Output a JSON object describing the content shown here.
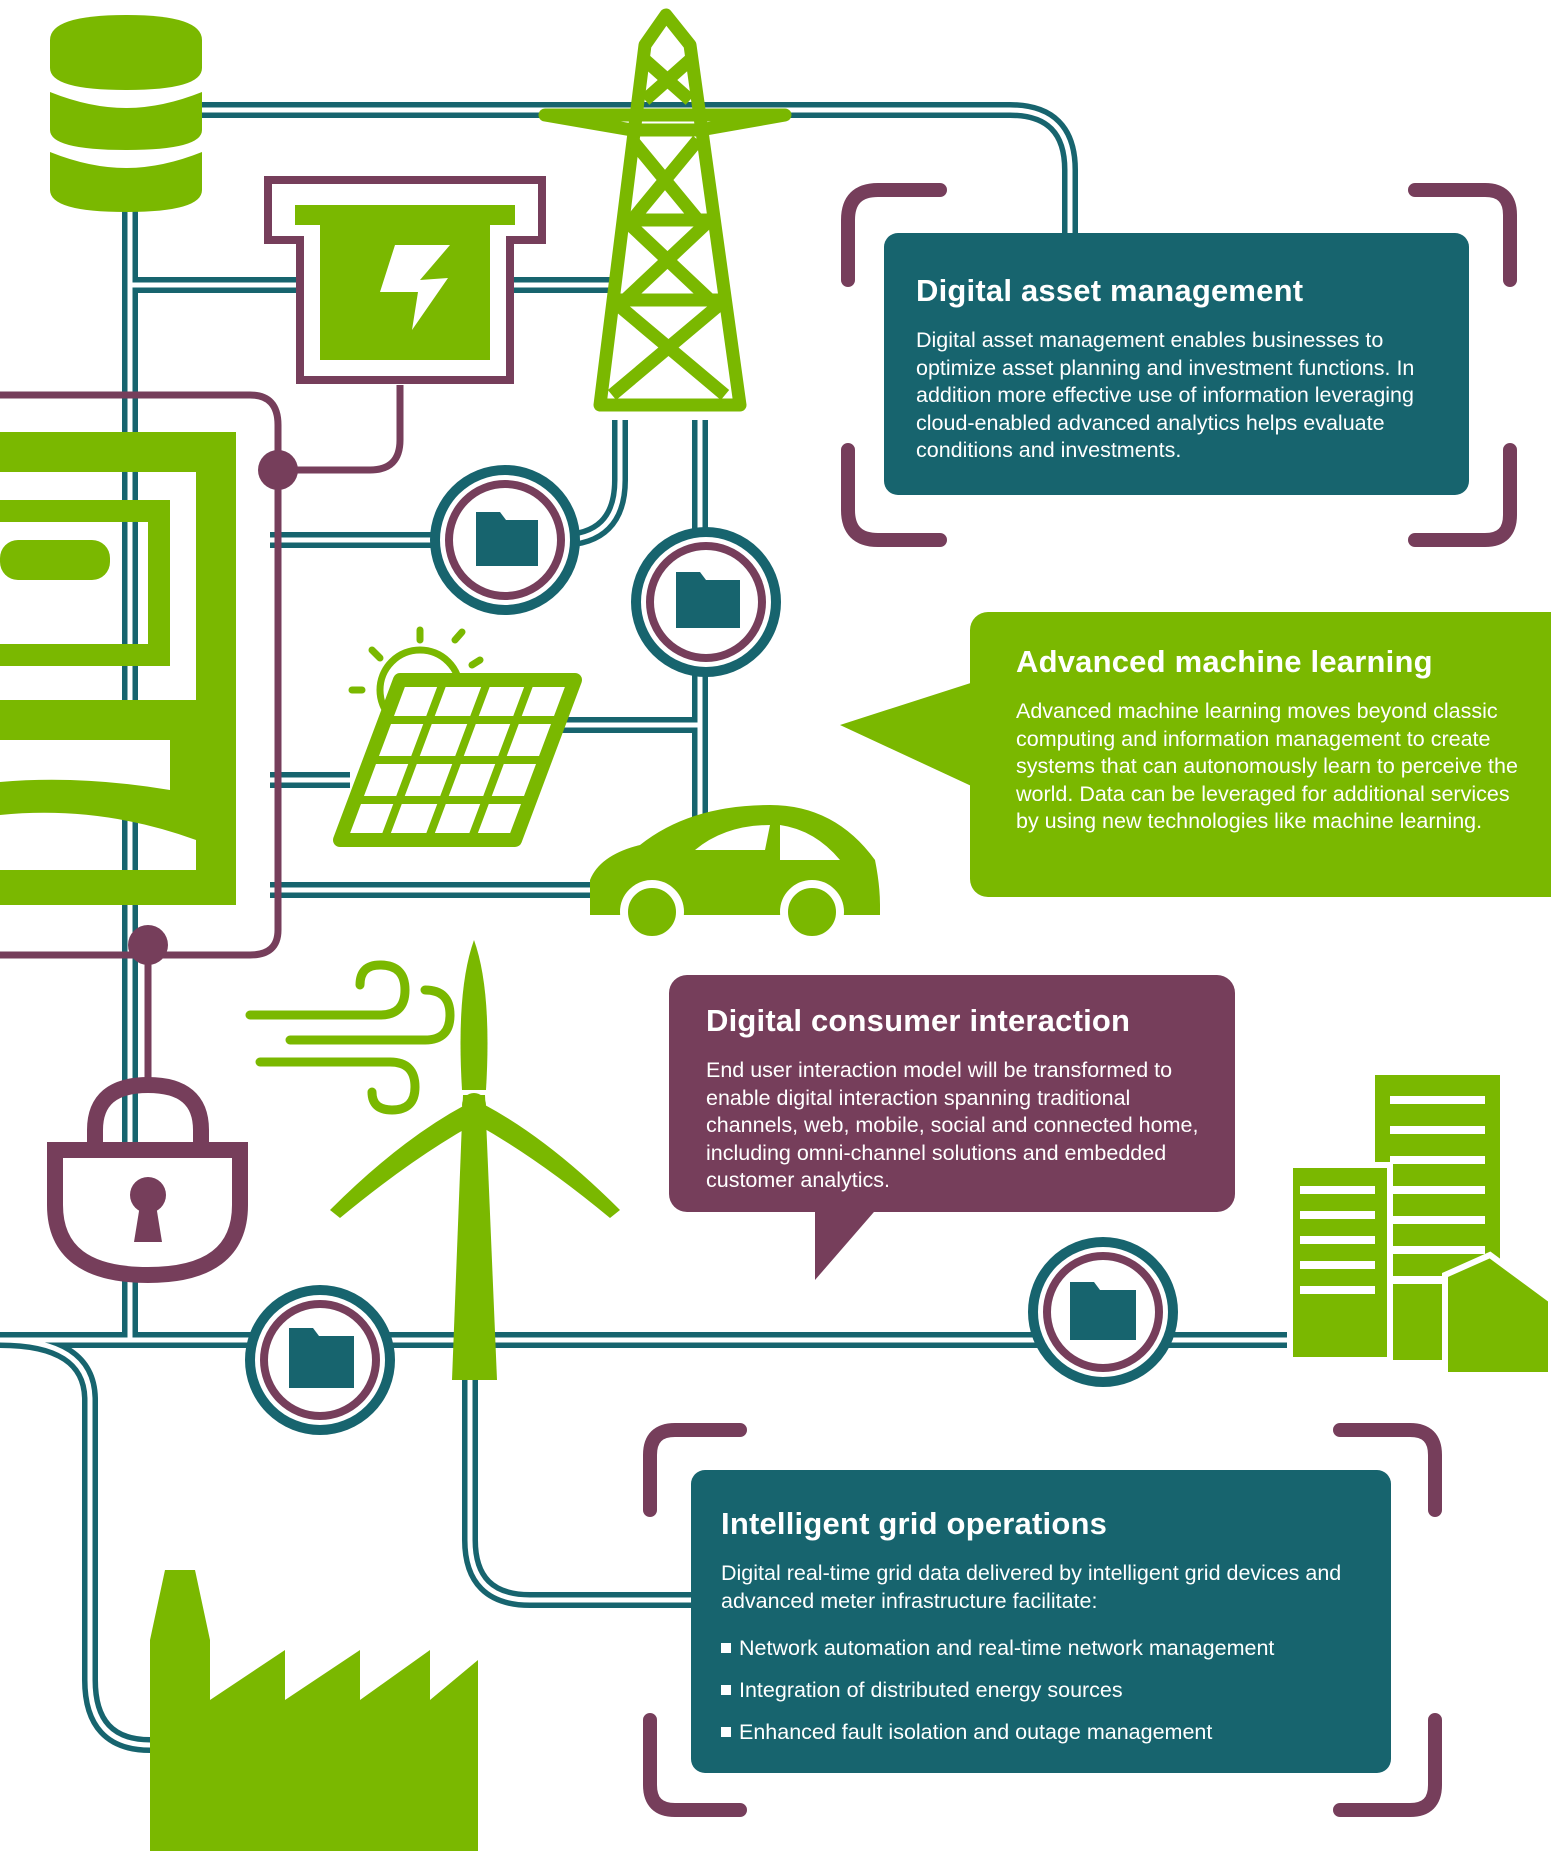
{
  "palette": {
    "green": "#7ab800",
    "teal": "#17646e",
    "plum": "#763e5b",
    "white": "#ffffff"
  },
  "icons": [
    "database-icon",
    "transmission-tower-icon",
    "electric-meter-icon",
    "folder-icon",
    "solar-panel-icon",
    "sun-icon",
    "electric-car-icon",
    "wind-icon",
    "wind-turbine-icon",
    "padlock-icon",
    "office-building-icon",
    "factory-icon",
    "smart-device-icon"
  ],
  "cards": {
    "digital_asset_management": {
      "title": "Digital asset management",
      "body": "Digital asset management enables businesses to optimize asset planning and investment functions. In addition more effective use of information leveraging cloud-enabled advanced analytics helps evaluate conditions and investments."
    },
    "advanced_machine_learning": {
      "title": "Advanced machine learning",
      "body": "Advanced machine learning moves beyond classic computing and information management to create systems that can autonomously learn to perceive the world. Data can be leveraged for additional services by using new technologies like machine learning."
    },
    "digital_consumer_interaction": {
      "title": "Digital consumer interaction",
      "body": "End user interaction model will be transformed to enable digital interaction spanning traditional channels, web, mobile, social and connected home, including omni-channel solutions and embedded customer analytics."
    },
    "intelligent_grid_operations": {
      "title": "Intelligent grid operations",
      "body": "Digital real-time grid data delivered by intelligent grid devices and advanced meter infrastructure facilitate:",
      "bullets": [
        "Network automation and real-time network management",
        "Integration of distributed energy sources",
        "Enhanced fault isolation and outage management"
      ]
    }
  }
}
